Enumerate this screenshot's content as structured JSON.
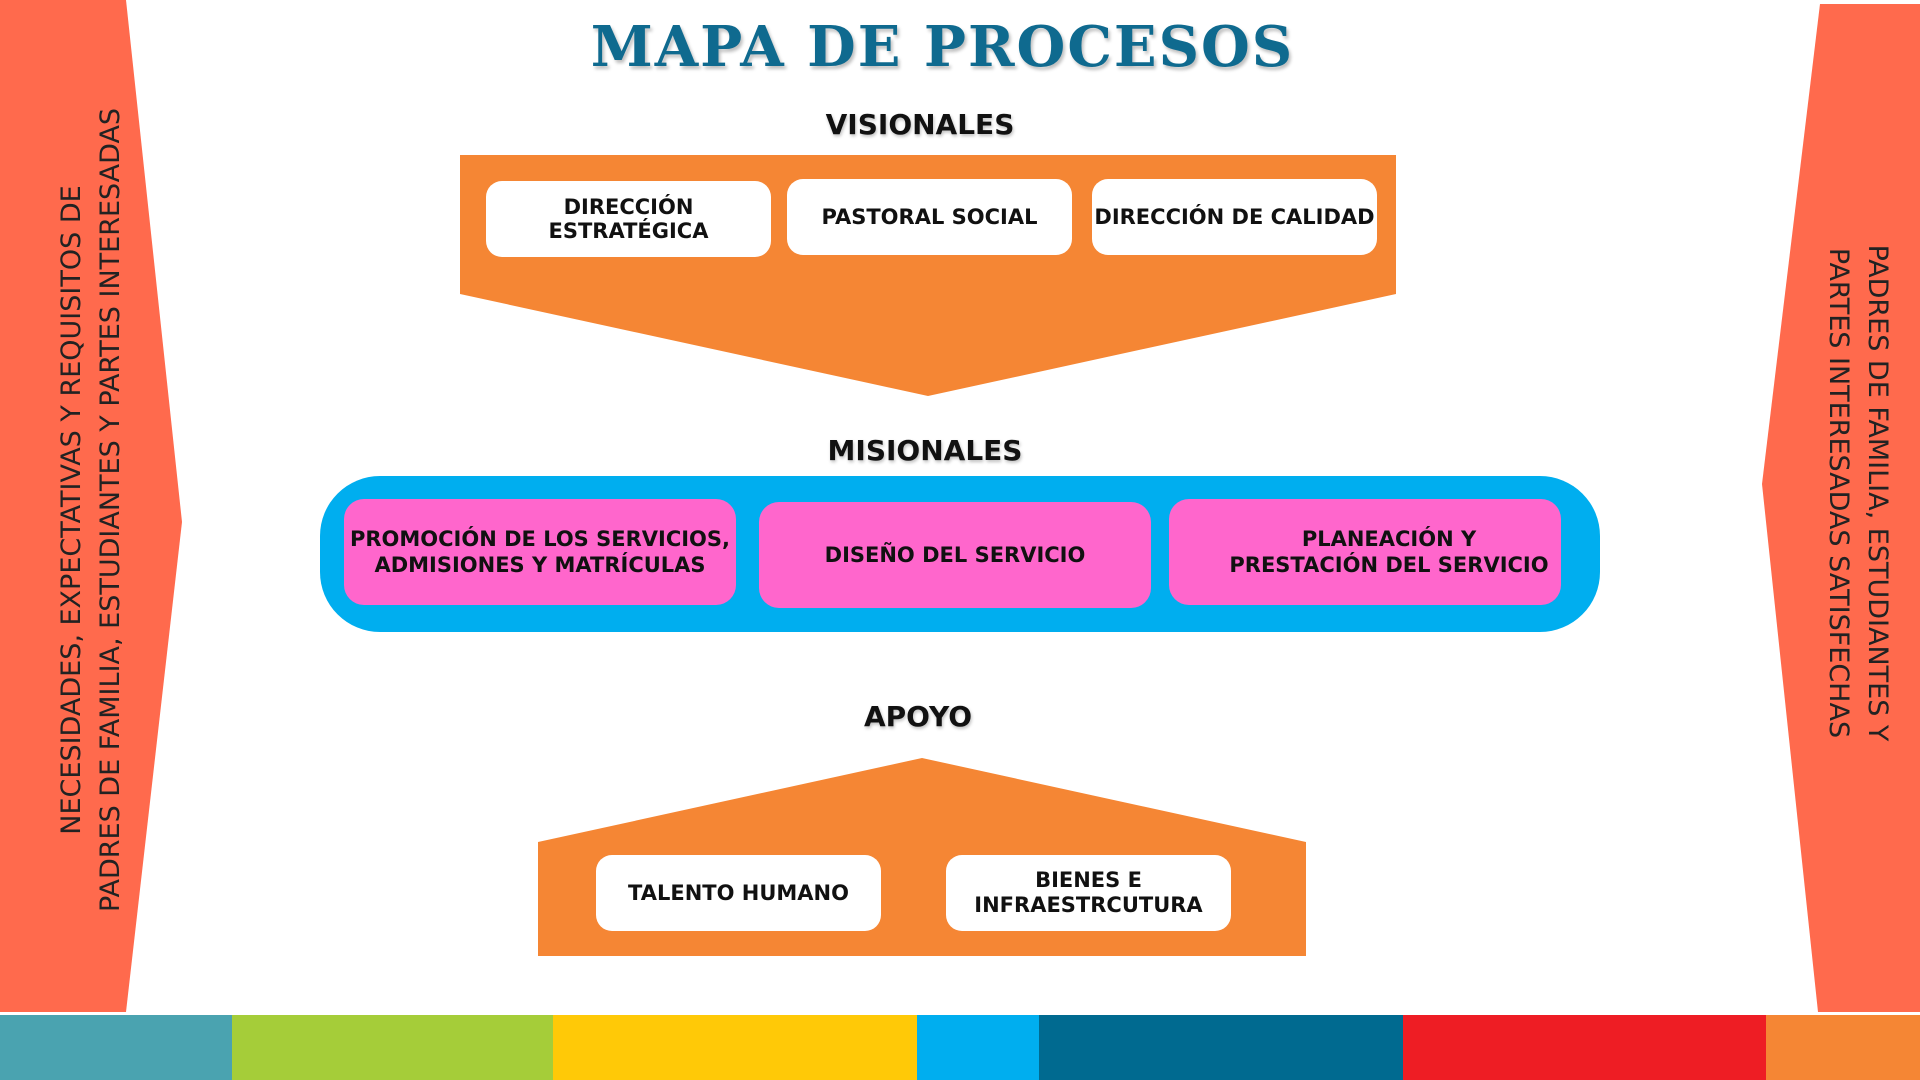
{
  "title": "MAPA DE PROCESOS",
  "left_arrow": {
    "line1": "NECESIDADES, EXPECTATIVAS Y REQUISITOS DE",
    "line2": "PADRES DE FAMILIA, ESTUDIANTES Y PARTES INTERESADAS",
    "color": "#ff6a4d"
  },
  "right_arrow": {
    "line1": "PADRES DE FAMILIA, ESTUDIANTES Y",
    "line2": "PARTES INTERESADAS SATISFECHAS",
    "color": "#ff6a4d"
  },
  "visionales": {
    "label": "VISIONALES",
    "color": "#f58634",
    "items": [
      "DIRECCIÓN ESTRATÉGICA",
      "PASTORAL SOCIAL",
      "DIRECCIÓN DE CALIDAD"
    ]
  },
  "misionales": {
    "label": "MISIONALES",
    "bar_color": "#00aeef",
    "box_color": "#ff66cc",
    "items": [
      {
        "line1": "PROMOCIÓN DE LOS SERVICIOS,",
        "line2": "ADMISIONES Y MATRÍCULAS"
      },
      {
        "line1": "DISEÑO DEL SERVICIO",
        "line2": ""
      },
      {
        "line1": "PLANEACIÓN Y",
        "line2": "PRESTACIÓN DEL SERVICIO"
      }
    ]
  },
  "apoyo": {
    "label": "APOYO",
    "color": "#f58634",
    "items": [
      {
        "line1": "TALENTO HUMANO",
        "line2": ""
      },
      {
        "line1": "BIENES E",
        "line2": "INFRAESTRCUTURA"
      }
    ]
  },
  "bottom_strip_colors": [
    "#4aa3b0",
    "#a5cd39",
    "#ffc907",
    "#00aeef",
    "#006a90",
    "#ee1d24",
    "#f58634"
  ]
}
